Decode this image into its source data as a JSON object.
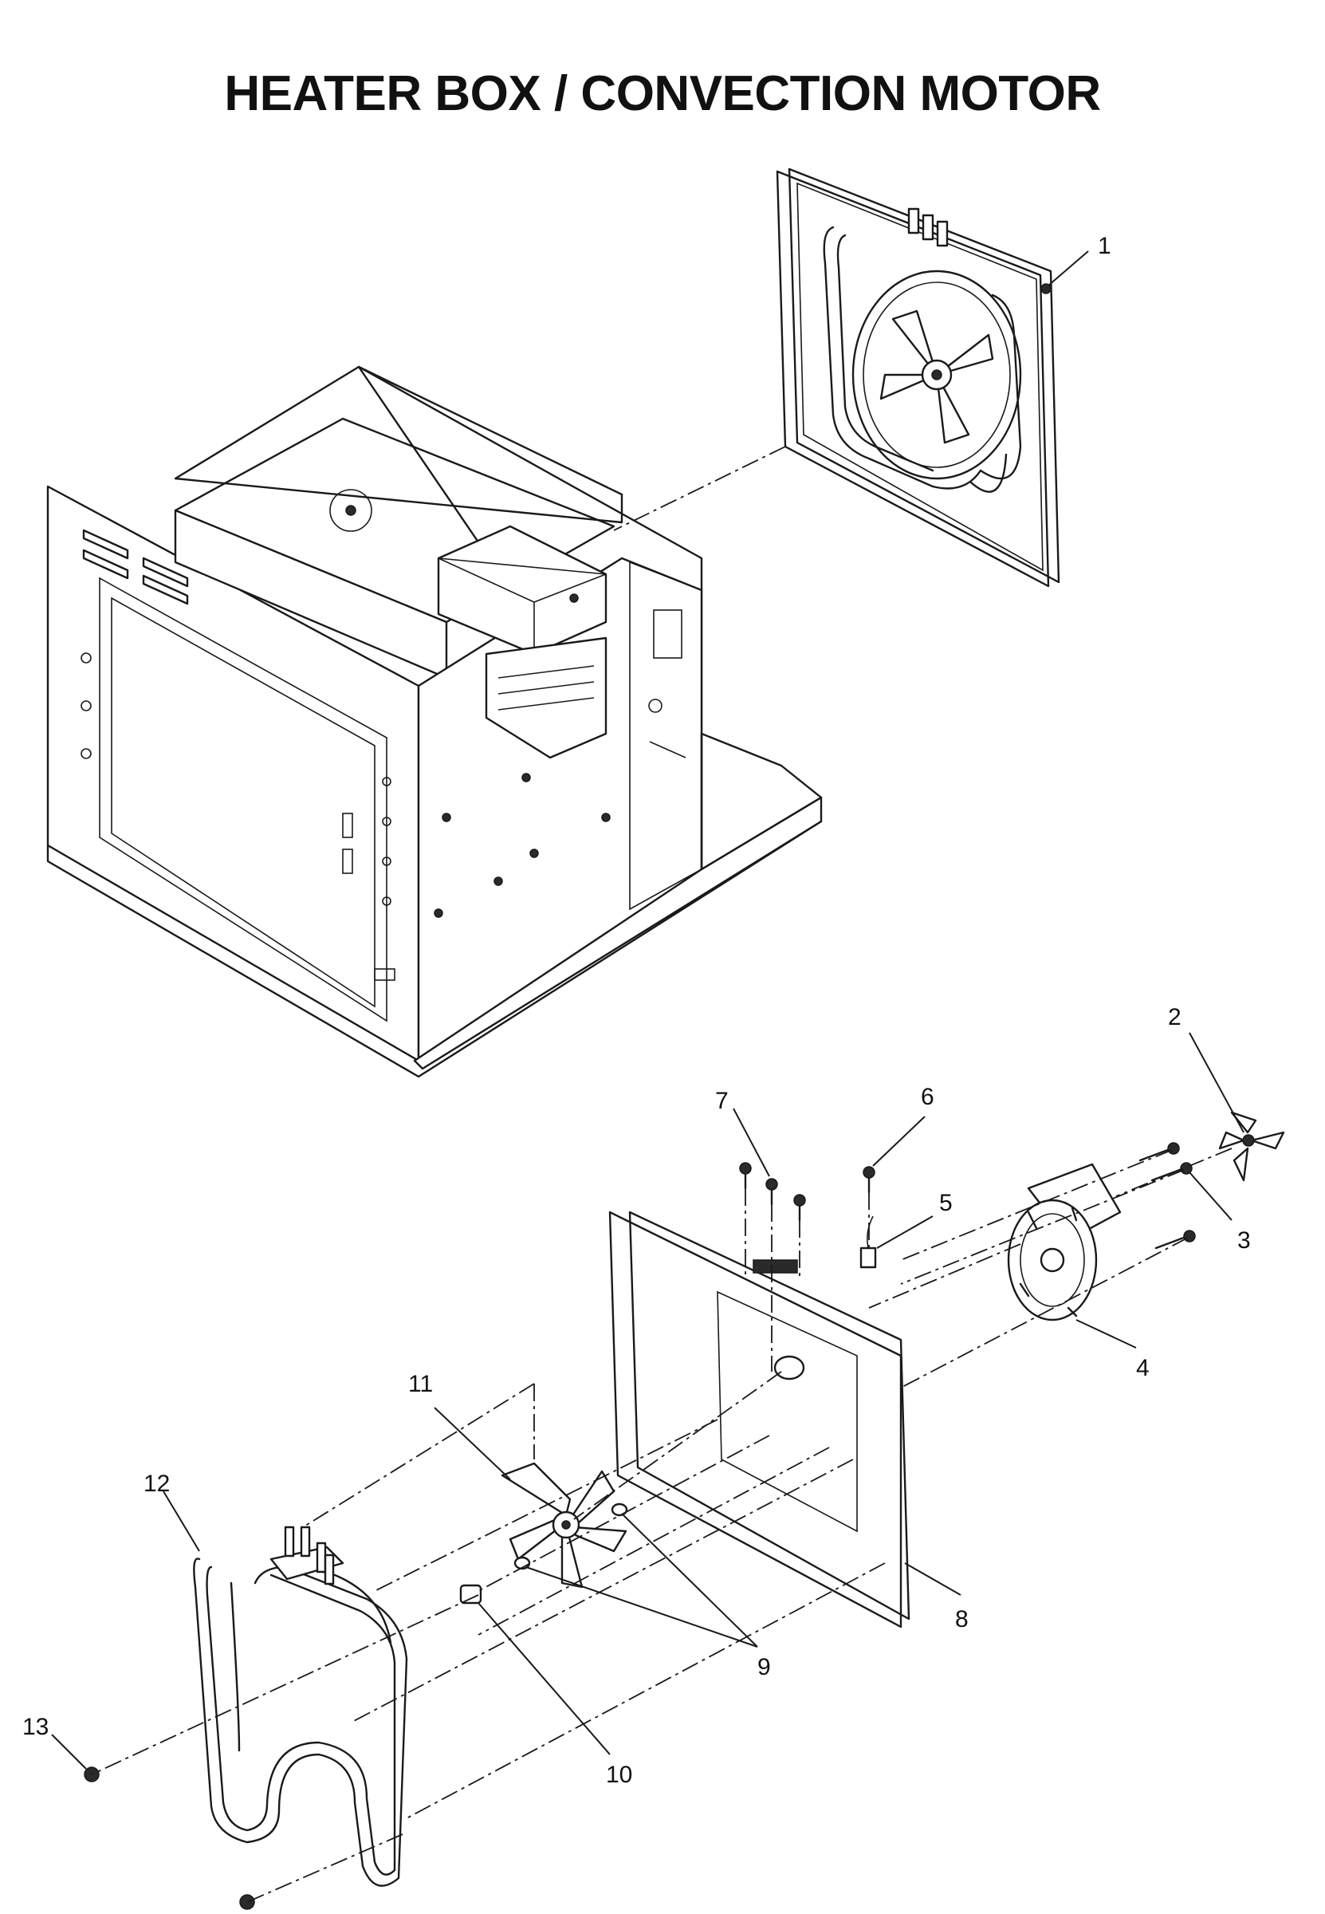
{
  "title": "HEATER BOX / CONVECTION MOTOR",
  "callouts": [
    "1",
    "2",
    "3",
    "4",
    "5",
    "6",
    "7",
    "8",
    "9",
    "10",
    "11",
    "12",
    "13"
  ]
}
